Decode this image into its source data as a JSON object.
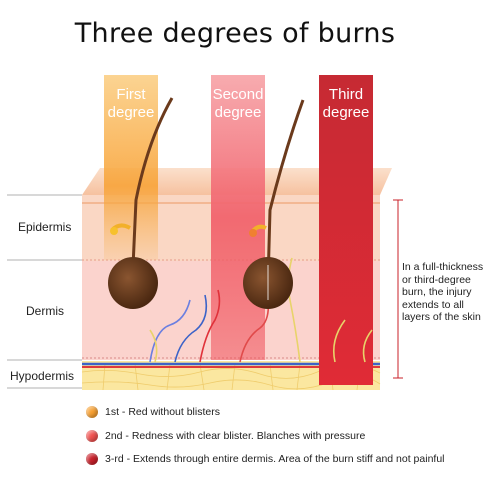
{
  "title": "Three degrees of burns",
  "columns": [
    {
      "label_line1": "First",
      "label_line2": "degree"
    },
    {
      "label_line1": "Second",
      "label_line2": "degree"
    },
    {
      "label_line1": "Third",
      "label_line2": "degree"
    }
  ],
  "layers": {
    "epidermis": "Epidermis",
    "dermis": "Dermis",
    "hypodermis": "Hypodermis"
  },
  "note": "In a full-thickness or third-degree burn, the injury extends to all layers of the skin",
  "legend": [
    {
      "text": "1st - Red without blisters",
      "color": "#f7a032"
    },
    {
      "text": "2nd - Redness with clear blister. Blanches with pressure",
      "color": "#f0514f"
    },
    {
      "text": "3-rd - Extends through entire dermis. Area of the burn stiff and not painful",
      "color": "#c8202a"
    }
  ],
  "colors": {
    "first": "#f9b24a",
    "second": "#f2757d",
    "third": "#c8202a",
    "skin_top": "#f8cdb0",
    "dermis": "#fbd5cf",
    "fat": "#fbe9a3",
    "hair": "#6b3a1c",
    "bulb": "#5a3217"
  },
  "icons": {
    "hair_follicle": "hair-follicle-icon",
    "legend_dot": "circle-icon"
  }
}
